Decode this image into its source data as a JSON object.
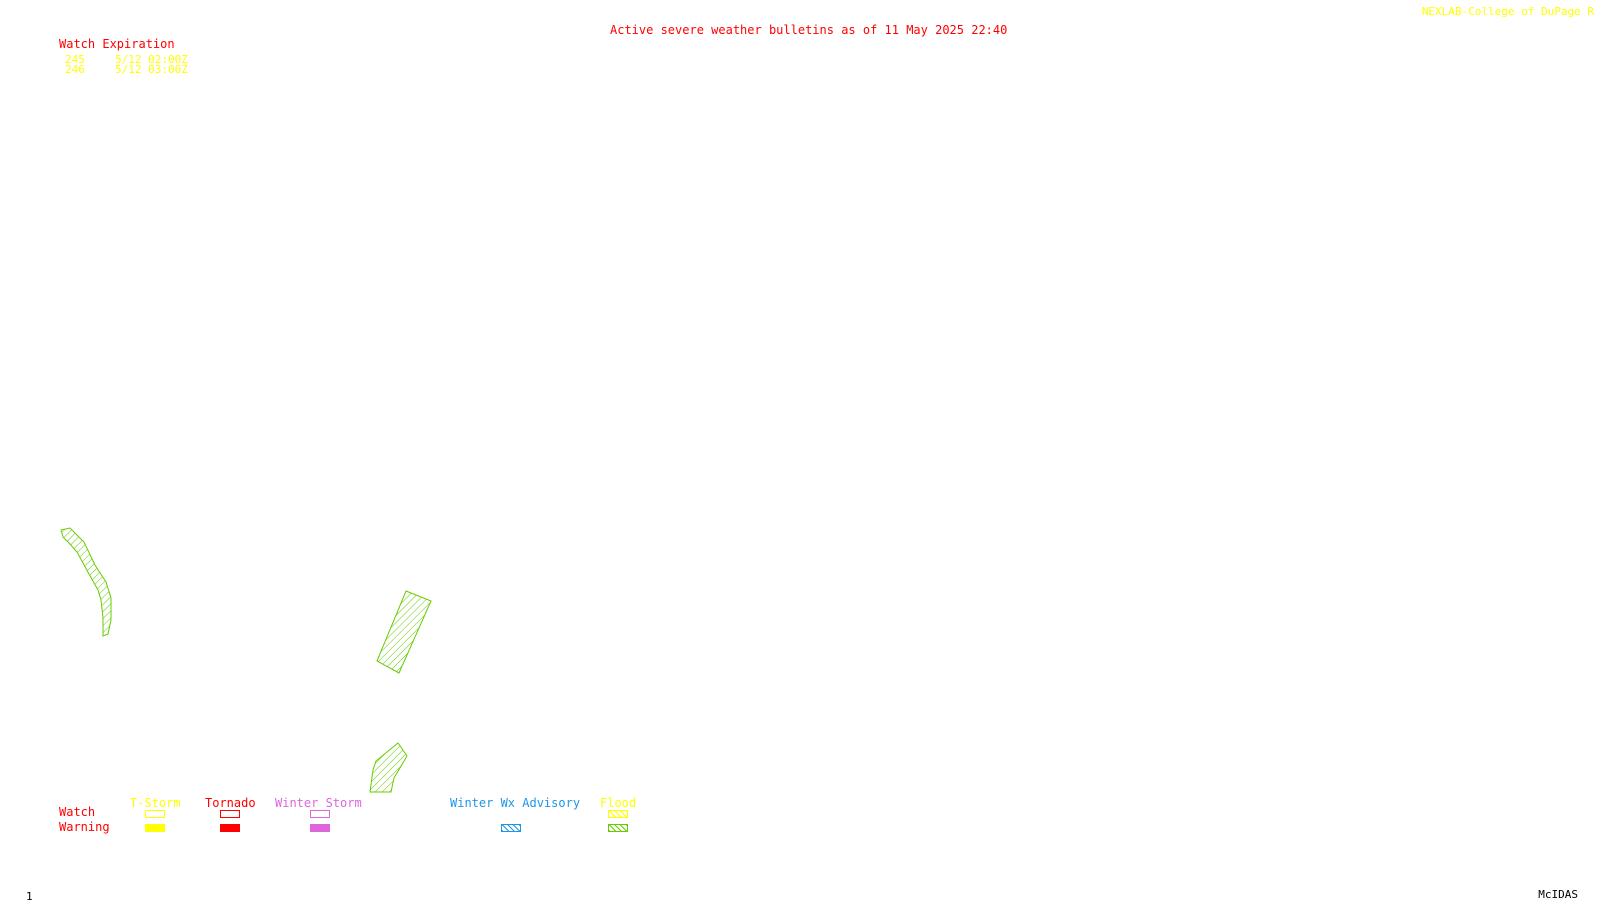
{
  "header": {
    "credit": "NEXLAB-College of DuPage R",
    "title": "Active severe weather bulletins as of 11 May 2025 22:40"
  },
  "watch_table": {
    "header": "Watch Expiration",
    "rows": [
      {
        "number": "245",
        "expiration": "5/12 02:00Z"
      },
      {
        "number": "246",
        "expiration": "5/12 03:00Z"
      }
    ]
  },
  "legend": {
    "row_labels": {
      "watch": "Watch",
      "warning": "Warning"
    },
    "categories": [
      {
        "label": "T-Storm",
        "color": "#ffff00",
        "watch": "outline",
        "warning": "solid"
      },
      {
        "label": "Tornado",
        "color": "#ff0000",
        "watch": "outline",
        "warning": "solid"
      },
      {
        "label": "Winter Storm",
        "color": "#dd66dd",
        "watch": "outline",
        "warning": "solid"
      },
      {
        "label": "Winter Wx Advisory",
        "color": "#1e96e6",
        "watch": "none",
        "warning": "hatched"
      },
      {
        "label": "Flood",
        "color": "#66cc00",
        "watch": "hatched",
        "warning": "hatched"
      }
    ]
  },
  "map": {
    "warning_polygons": [
      {
        "type": "Flood",
        "color": "#66cc00",
        "style": "hatched"
      },
      {
        "type": "Flood",
        "color": "#66cc00",
        "style": "hatched"
      },
      {
        "type": "Flood",
        "color": "#66cc00",
        "style": "hatched"
      }
    ]
  },
  "footer": {
    "frame_number": "1",
    "software": "McIDAS"
  }
}
